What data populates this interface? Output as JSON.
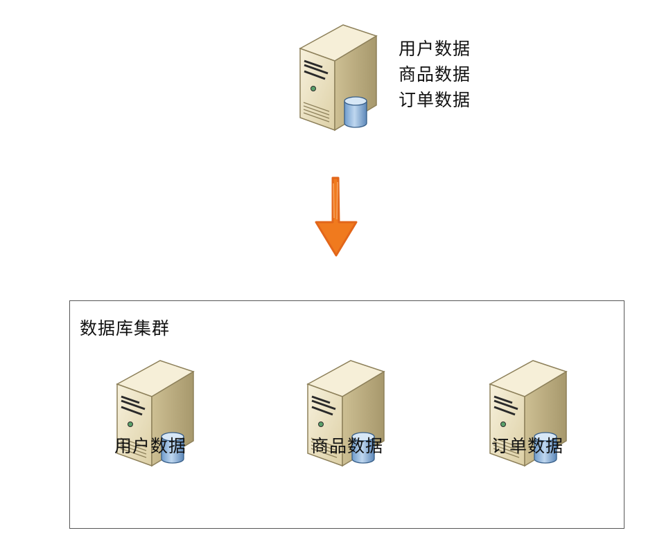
{
  "source_server": {
    "icon": "database-server-icon",
    "labels": [
      "用户数据",
      "商品数据",
      "订单数据"
    ]
  },
  "arrow": {
    "icon": "arrow-down-icon",
    "color": "#f07a1e"
  },
  "cluster": {
    "title": "数据库集群",
    "nodes": [
      {
        "label": "用户数据",
        "icon": "database-server-icon"
      },
      {
        "label": "商品数据",
        "icon": "database-server-icon"
      },
      {
        "label": "订单数据",
        "icon": "database-server-icon"
      }
    ]
  },
  "colors": {
    "server_front": "#ece2c2",
    "server_side": "#cdbf93",
    "server_top": "#f6efd8",
    "database_blue": "#8eb5dc",
    "border": "#555555"
  }
}
